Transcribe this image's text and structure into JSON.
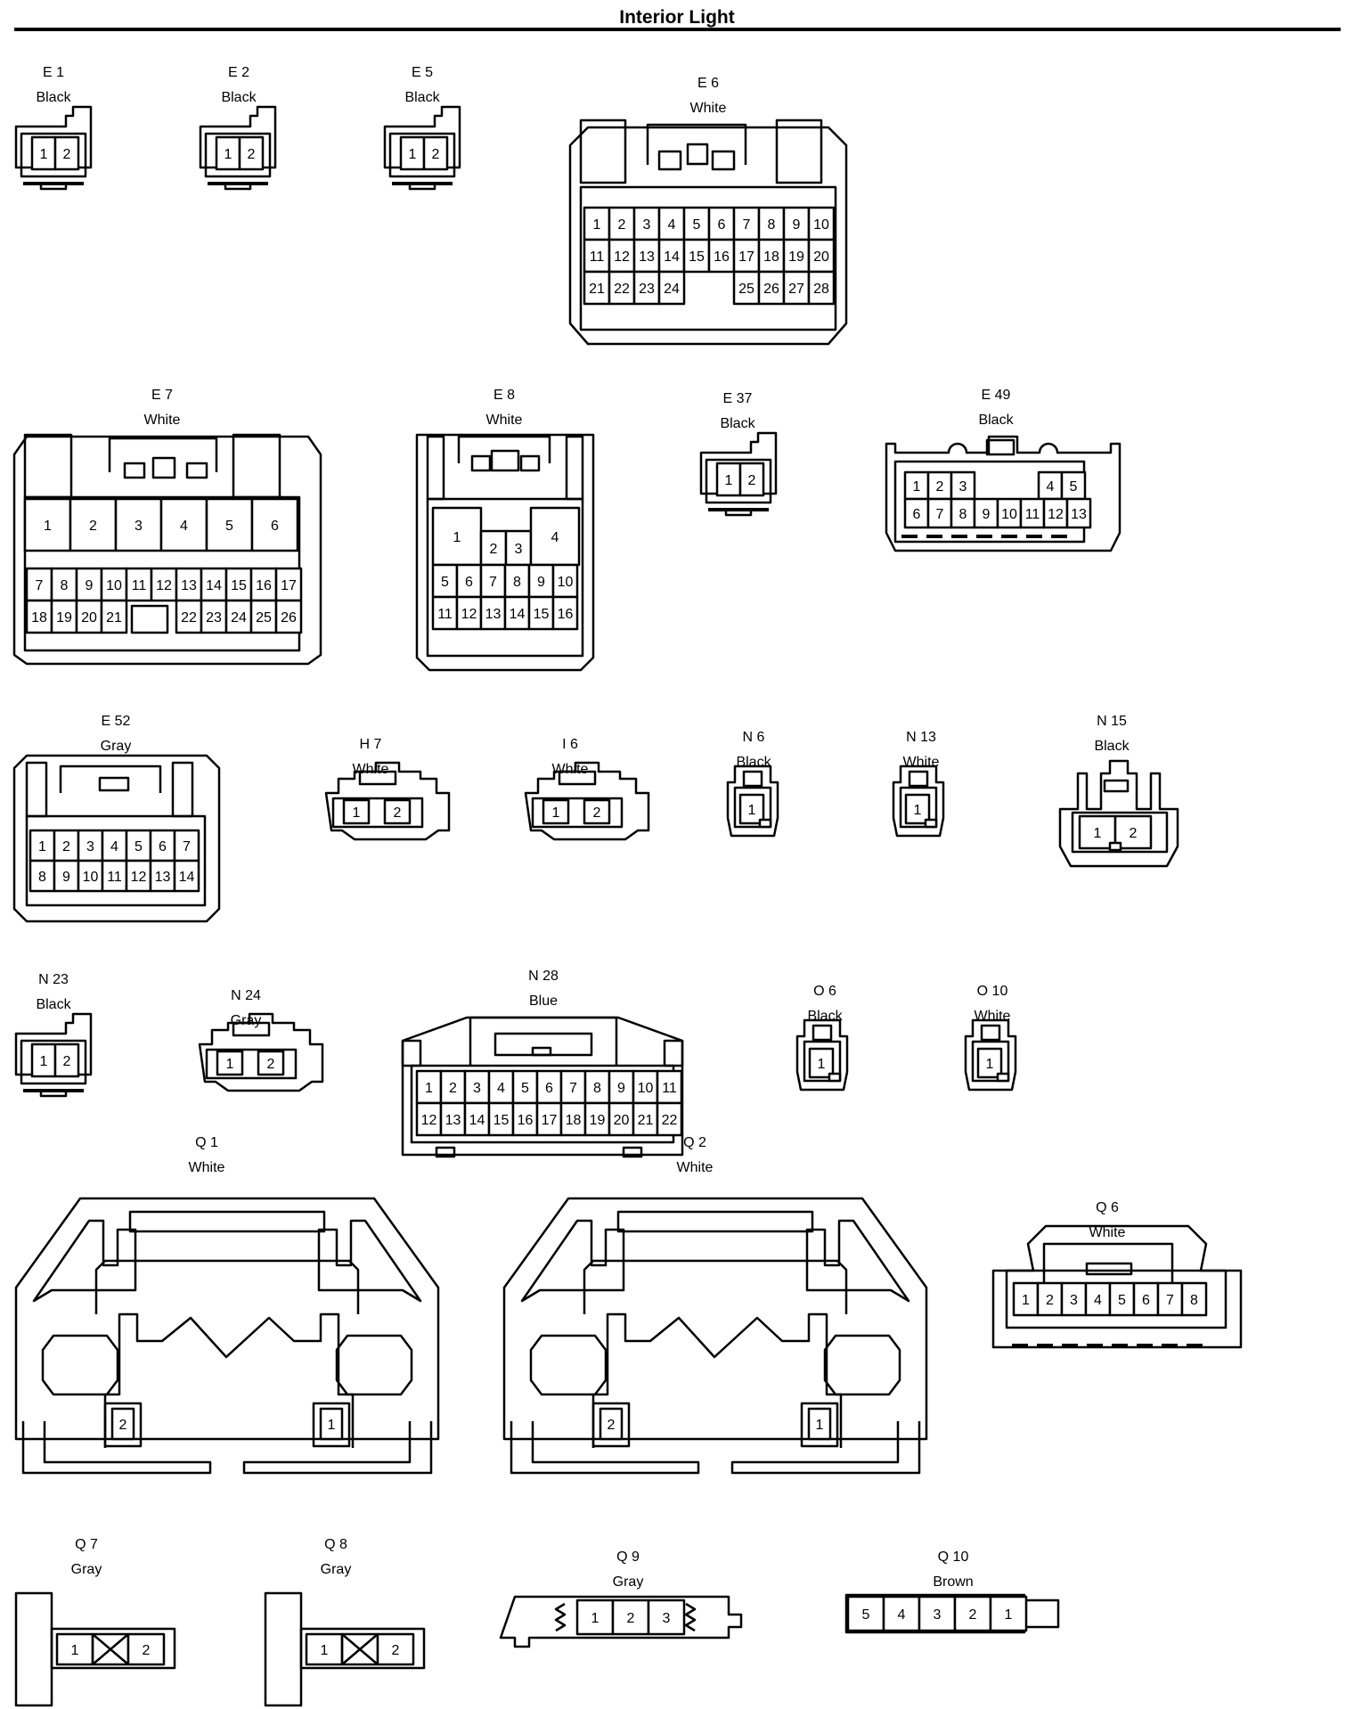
{
  "title": "Interior Light",
  "connectors": [
    {
      "id": "E 1",
      "color": "Black",
      "pins": [
        "1",
        "2"
      ]
    },
    {
      "id": "E 2",
      "color": "Black",
      "pins": [
        "1",
        "2"
      ]
    },
    {
      "id": "E 5",
      "color": "Black",
      "pins": [
        "1",
        "2"
      ]
    },
    {
      "id": "E 6",
      "color": "White",
      "pins": [
        "1",
        "2",
        "3",
        "4",
        "5",
        "6",
        "7",
        "8",
        "9",
        "10",
        "11",
        "12",
        "13",
        "14",
        "15",
        "16",
        "17",
        "18",
        "19",
        "20",
        "21",
        "22",
        "23",
        "24",
        "25",
        "26",
        "27",
        "28"
      ]
    },
    {
      "id": "E 7",
      "color": "White",
      "pins": [
        "1",
        "2",
        "3",
        "4",
        "5",
        "6",
        "7",
        "8",
        "9",
        "10",
        "11",
        "12",
        "13",
        "14",
        "15",
        "16",
        "17",
        "18",
        "19",
        "20",
        "21",
        "22",
        "23",
        "24",
        "25",
        "26"
      ]
    },
    {
      "id": "E 8",
      "color": "White",
      "pins": [
        "1",
        "2",
        "3",
        "4",
        "5",
        "6",
        "7",
        "8",
        "9",
        "10",
        "11",
        "12",
        "13",
        "14",
        "15",
        "16"
      ]
    },
    {
      "id": "E 37",
      "color": "Black",
      "pins": [
        "1",
        "2"
      ]
    },
    {
      "id": "E 49",
      "color": "Black",
      "pins": [
        "1",
        "2",
        "3",
        "4",
        "5",
        "6",
        "7",
        "8",
        "9",
        "10",
        "11",
        "12",
        "13"
      ]
    },
    {
      "id": "E 52",
      "color": "Gray",
      "pins": [
        "1",
        "2",
        "3",
        "4",
        "5",
        "6",
        "7",
        "8",
        "9",
        "10",
        "11",
        "12",
        "13",
        "14"
      ]
    },
    {
      "id": "H 7",
      "color": "White",
      "pins": [
        "1",
        "2"
      ]
    },
    {
      "id": "I 6",
      "color": "White",
      "pins": [
        "1",
        "2"
      ]
    },
    {
      "id": "N 6",
      "color": "Black",
      "pins": [
        "1"
      ]
    },
    {
      "id": "N 13",
      "color": "White",
      "pins": [
        "1"
      ]
    },
    {
      "id": "N 15",
      "color": "Black",
      "pins": [
        "1",
        "2"
      ]
    },
    {
      "id": "N 23",
      "color": "Black",
      "pins": [
        "1",
        "2"
      ]
    },
    {
      "id": "N 24",
      "color": "Gray",
      "pins": [
        "1",
        "2"
      ]
    },
    {
      "id": "N 28",
      "color": "Blue",
      "pins": [
        "1",
        "2",
        "3",
        "4",
        "5",
        "6",
        "7",
        "8",
        "9",
        "10",
        "11",
        "12",
        "13",
        "14",
        "15",
        "16",
        "17",
        "18",
        "19",
        "20",
        "21",
        "22"
      ]
    },
    {
      "id": "O 6",
      "color": "Black",
      "pins": [
        "1"
      ]
    },
    {
      "id": "O 10",
      "color": "White",
      "pins": [
        "1"
      ]
    },
    {
      "id": "Q 1",
      "color": "White",
      "pins": [
        "2",
        "1"
      ]
    },
    {
      "id": "Q 2",
      "color": "White",
      "pins": [
        "2",
        "1"
      ]
    },
    {
      "id": "Q 6",
      "color": "White",
      "pins": [
        "1",
        "2",
        "3",
        "4",
        "5",
        "6",
        "7",
        "8"
      ]
    },
    {
      "id": "Q 7",
      "color": "Gray",
      "pins": [
        "1",
        "2"
      ]
    },
    {
      "id": "Q 8",
      "color": "Gray",
      "pins": [
        "1",
        "2"
      ]
    },
    {
      "id": "Q 9",
      "color": "Gray",
      "pins": [
        "1",
        "2",
        "3"
      ]
    },
    {
      "id": "Q 10",
      "color": "Brown",
      "pins": [
        "5",
        "4",
        "3",
        "2",
        "1"
      ]
    }
  ]
}
